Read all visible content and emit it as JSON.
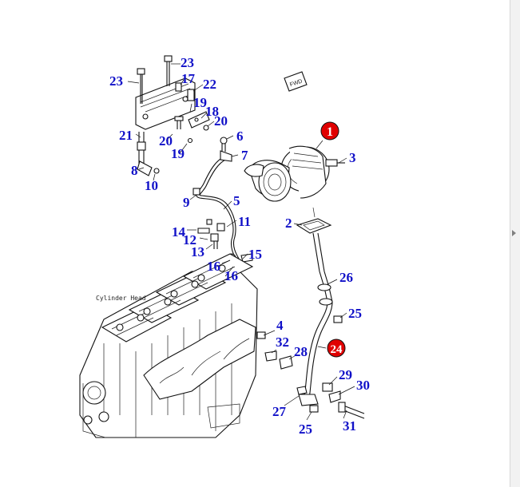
{
  "diagram": {
    "annotation_cylinder_head": "Cylinder Head",
    "fwd_marker": "FWD",
    "highlight_color": "#e00000",
    "label_color": "#1010c8",
    "highlighted": [
      {
        "id": "hl-1",
        "text": "1"
      },
      {
        "id": "hl-24",
        "text": "24"
      }
    ],
    "labels": [
      {
        "id": "l23a",
        "text": "23"
      },
      {
        "id": "l23b",
        "text": "23"
      },
      {
        "id": "l17",
        "text": "17"
      },
      {
        "id": "l22",
        "text": "22"
      },
      {
        "id": "l19a",
        "text": "19"
      },
      {
        "id": "l18",
        "text": "18"
      },
      {
        "id": "l20a",
        "text": "20"
      },
      {
        "id": "l21",
        "text": "21"
      },
      {
        "id": "l20b",
        "text": "20"
      },
      {
        "id": "l19b",
        "text": "19"
      },
      {
        "id": "l6",
        "text": "6"
      },
      {
        "id": "l7",
        "text": "7"
      },
      {
        "id": "l3",
        "text": "3"
      },
      {
        "id": "l8",
        "text": "8"
      },
      {
        "id": "l10",
        "text": "10"
      },
      {
        "id": "l9",
        "text": "9"
      },
      {
        "id": "l5",
        "text": "5"
      },
      {
        "id": "l2",
        "text": "2"
      },
      {
        "id": "l11",
        "text": "11"
      },
      {
        "id": "l14",
        "text": "14"
      },
      {
        "id": "l12",
        "text": "12"
      },
      {
        "id": "l13",
        "text": "13"
      },
      {
        "id": "l15",
        "text": "15"
      },
      {
        "id": "l16a",
        "text": "16"
      },
      {
        "id": "l16b",
        "text": "16"
      },
      {
        "id": "l26",
        "text": "26"
      },
      {
        "id": "l25a",
        "text": "25"
      },
      {
        "id": "l4",
        "text": "4"
      },
      {
        "id": "l32",
        "text": "32"
      },
      {
        "id": "l28",
        "text": "28"
      },
      {
        "id": "l29",
        "text": "29"
      },
      {
        "id": "l30",
        "text": "30"
      },
      {
        "id": "l27",
        "text": "27"
      },
      {
        "id": "l25b",
        "text": "25"
      },
      {
        "id": "l31",
        "text": "31"
      }
    ]
  }
}
